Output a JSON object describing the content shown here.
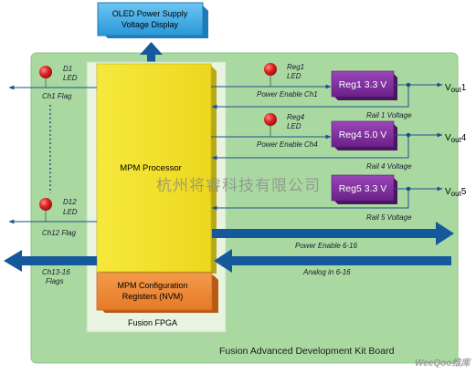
{
  "oled": {
    "line1": "OLED Power Supply",
    "line2": "Voltage Display"
  },
  "board_title": "Fusion Advanced Development Kit Board",
  "fpga_label": "Fusion FPGA",
  "mpm_processor": "MPM Processor",
  "mpm_config": {
    "line1": "MPM Configuration",
    "line2": "Registers (NVM)"
  },
  "leds": {
    "d1": {
      "name": "D1",
      "type": "LED",
      "flag": "Ch1 Flag"
    },
    "d12": {
      "name": "D12",
      "type": "LED",
      "flag": "Ch12 Flag"
    },
    "reg1": {
      "name": "Reg1",
      "type": "LED",
      "enable": "Power Enable Ch1"
    },
    "reg4": {
      "name": "Reg4",
      "type": "LED",
      "enable": "Power Enable Ch4"
    }
  },
  "regulators": {
    "reg1": {
      "label": "Reg1 3.3 V",
      "rail": "Rail 1 Voltage",
      "vout": "Vout1",
      "vout_base": "V",
      "vout_sub": "out",
      "vout_num": "1"
    },
    "reg4": {
      "label": "Reg4 5.0 V",
      "rail": "Rail 4 Voltage",
      "vout": "Vout4",
      "vout_base": "V",
      "vout_sub": "out",
      "vout_num": "4"
    },
    "reg5": {
      "label": "Reg5 3.3 V",
      "rail": "Rail 5 Voltage",
      "vout": "Vout5",
      "vout_base": "V",
      "vout_sub": "out",
      "vout_num": "5"
    }
  },
  "buses": {
    "power_enable": "Power Enable 6-16",
    "analog_in": "Analog in 6-16"
  },
  "flags13_16": {
    "line1": "Ch13-16",
    "line2": "Flags"
  },
  "watermark": "杭州将睿科技有限公司",
  "logo": "WeeQoo维库",
  "colors": {
    "board": "#a8d8a0",
    "fpga": "#e6f1de",
    "processor": "#f2e22c",
    "config": "#ee8a3a",
    "regulator": "#7a2d9a",
    "bus": "#15589c",
    "oled": "#3aa4e0",
    "led": "#d82020"
  }
}
